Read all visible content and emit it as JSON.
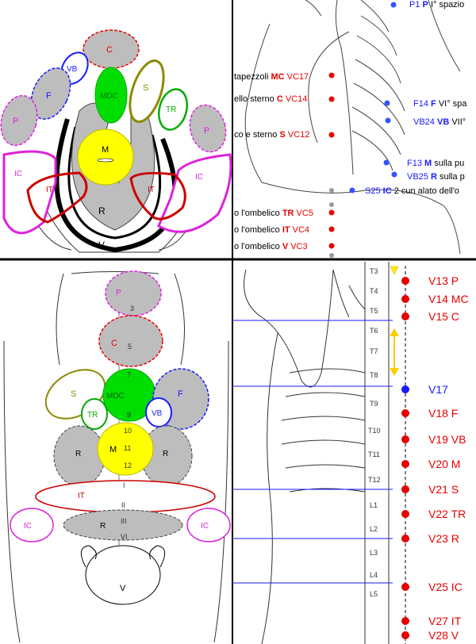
{
  "colors": {
    "red": "#e60000",
    "blue": "#1a1aff",
    "green": "#00dd00",
    "yellow": "#ffff00",
    "gray": "#bdbdbd",
    "magenta": "#dd22dd",
    "olive": "#8a8a00",
    "darkred": "#cc0000"
  },
  "organs_top": {
    "C": "C",
    "VB": "VB",
    "MDC": "MDC",
    "S": "S",
    "TR": "TR",
    "F": "F",
    "P_left": "P",
    "P_right": "P",
    "M": "M",
    "IC_left": "IC",
    "IC_right": "IC",
    "IT_left": "IT",
    "IT_right": "IT",
    "R": "R",
    "V": "V"
  },
  "organs_bottom": {
    "P": "P",
    "C": "C",
    "S": "S",
    "MDC": "MDC",
    "F": "F",
    "TR": "TR",
    "VB": "VB",
    "R_left": "R",
    "R_right": "R",
    "M": "M",
    "IT": "IT",
    "IC_left": "IC",
    "IC_right": "IC",
    "R_low": "R",
    "V": "V",
    "vert_numbers": [
      "3",
      "5",
      "7",
      "9",
      "10",
      "11",
      "12",
      "I",
      "II",
      "III",
      "VI"
    ]
  },
  "front_points": [
    {
      "code": "P1",
      "organ": "P",
      "text": "I° spazio",
      "color": "blue"
    },
    {
      "code": "F14",
      "organ": "F",
      "text": "VI° spa",
      "color": "blue"
    },
    {
      "code": "VB24",
      "organ": "VB",
      "text": "VII°",
      "color": "blue"
    },
    {
      "code": "F13",
      "organ": "M",
      "text": "sulla pu",
      "color": "blue"
    },
    {
      "code": "VB25",
      "organ": "R",
      "text": "sulla p",
      "color": "blue"
    },
    {
      "code": "S25",
      "organ": "IC",
      "text": "2 cun alato dell'o",
      "color": "blue"
    }
  ],
  "front_points_left": [
    {
      "prefix": "tapezzoli",
      "organ": "MC",
      "code": "VC17"
    },
    {
      "prefix": "ello sterno",
      "organ": "C",
      "code": "VC14"
    },
    {
      "prefix": "co e sterno",
      "organ": "S",
      "code": "VC12"
    },
    {
      "prefix": "o l'ombelico",
      "organ": "TR",
      "code": "VC5"
    },
    {
      "prefix": "o l'ombelico",
      "organ": "IT",
      "code": "VC4"
    },
    {
      "prefix": "o l'ombelico",
      "organ": "V",
      "code": "VC3"
    }
  ],
  "back_points": [
    {
      "code": "V13",
      "organ": "P",
      "color": "red"
    },
    {
      "code": "V14",
      "organ": "MC",
      "color": "red"
    },
    {
      "code": "V15",
      "organ": "C",
      "color": "red"
    },
    {
      "code": "V17",
      "organ": "",
      "color": "blue"
    },
    {
      "code": "V18",
      "organ": "F",
      "color": "red"
    },
    {
      "code": "V19",
      "organ": "VB",
      "color": "red"
    },
    {
      "code": "V20",
      "organ": "M",
      "color": "red"
    },
    {
      "code": "V21",
      "organ": "S",
      "color": "red"
    },
    {
      "code": "V22",
      "organ": "TR",
      "color": "red"
    },
    {
      "code": "V23",
      "organ": "R",
      "color": "red"
    },
    {
      "code": "V25",
      "organ": "IC",
      "color": "red"
    },
    {
      "code": "V27",
      "organ": "IT",
      "color": "red"
    },
    {
      "code": "V28",
      "organ": "V",
      "color": "red"
    }
  ],
  "vertebrae": [
    "T3",
    "T4",
    "T5",
    "T6",
    "T7",
    "T8",
    "T9",
    "T10",
    "T11",
    "T12",
    "L1",
    "L2",
    "L3",
    "L4",
    "L5"
  ]
}
